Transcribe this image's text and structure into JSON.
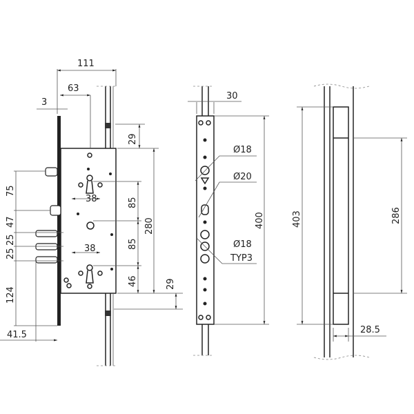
{
  "lock_body": {
    "dims": {
      "width_total": "111",
      "backset": "63",
      "faceplate_thickness": "3",
      "rod_top": "29",
      "deadbolt_to_latch": "75",
      "latch_to_bolts": "47",
      "bolt_spacing_1": "25",
      "bolt_spacing_2": "25",
      "bolt_to_bottom": "124",
      "faceplate_offset": "41.5",
      "cylinder_top_width": "38",
      "cylinder_bottom_width": "38",
      "upper_center": "85",
      "lower_center": "85",
      "case_height": "280",
      "bottom_cylinder": "46",
      "rod_bottom": "29"
    }
  },
  "faceplate": {
    "width": "30",
    "height": "400",
    "hole1": "Ø18",
    "hole2": "Ø20",
    "hole3": "Ø18",
    "hole3_note": "TYP3"
  },
  "strike": {
    "height": "403",
    "inner": "286",
    "depth": "28.5"
  }
}
